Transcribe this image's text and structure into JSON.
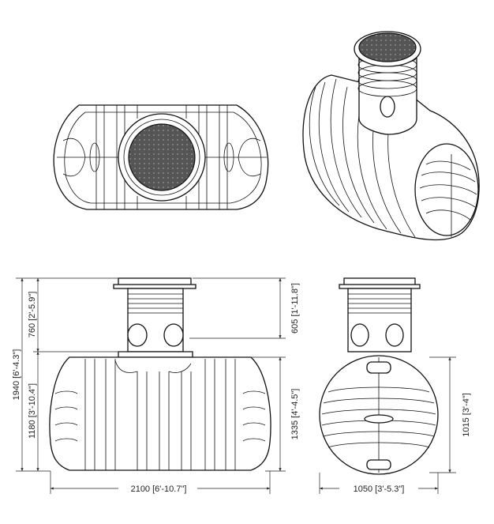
{
  "dimensions": {
    "overall_length": "2100 [6'-10.7\"]",
    "overall_width": "1050 [3'-5.3\"]",
    "total_height": "1940 [6'-4.3\"]",
    "body_height": "1180 [3'-10.4\"]",
    "riser_height": "760 [2'-5.9\"]",
    "dome_to_top": "605 [1'-11.8\"]",
    "tank_height": "1335 [4'-4.5\"]",
    "end_height": "1015 [3'-4\"]"
  }
}
